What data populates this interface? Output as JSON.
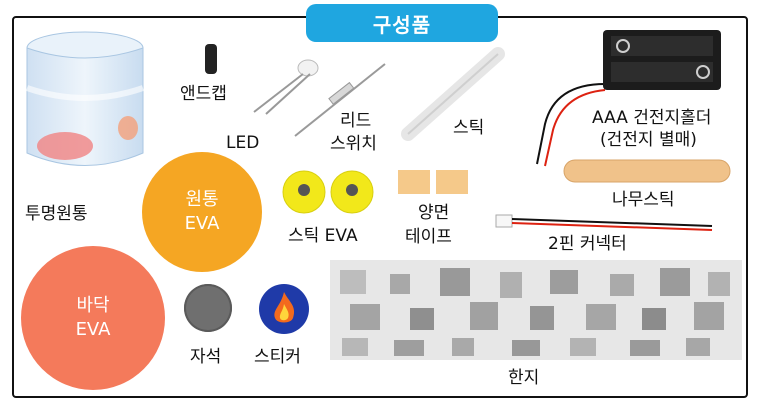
{
  "title": "구성품",
  "labels": {
    "cylinder": "투명원통",
    "endcap": "앤드캡",
    "led": "LED",
    "reed_1": "리드",
    "reed_2": "스위치",
    "stick": "스틱",
    "battery_1": "AAA 건전지홀더",
    "battery_2": "(건전지 별매)",
    "wood_stick": "나무스틱",
    "stick_eva": "스틱 EVA",
    "tape_1": "양면",
    "tape_2": "테이프",
    "connector": "2핀 커넥터",
    "magnet": "자석",
    "sticker": "스티커",
    "hanji": "한지"
  },
  "circles": {
    "round_eva_1": "원통",
    "round_eva_2": "EVA",
    "bottom_eva_1": "바닥",
    "bottom_eva_2": "EVA"
  },
  "colors": {
    "title_bg": "#1fa6e0",
    "round_eva": "#f5a623",
    "bottom_eva": "#f47a5b",
    "stick_eva": "#f2e81a",
    "tape": "#f5c98a",
    "magnet": "#6f6f6f",
    "sticker_bg": "#1f3aa8",
    "wood": "#f0c28a"
  }
}
